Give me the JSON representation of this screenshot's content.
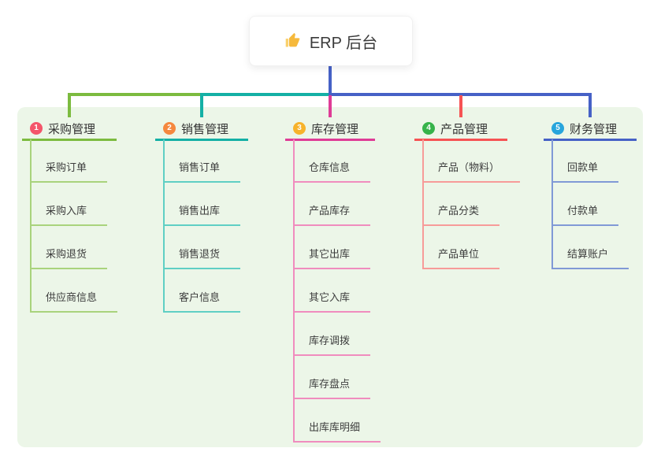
{
  "root": {
    "label": "ERP 后台",
    "icon": "thumbs-up-icon"
  },
  "colors": {
    "root_connector": "#4661c6",
    "panel_background": "#ecf6e8",
    "card_background": "#ffffff"
  },
  "branches": [
    {
      "badge": "1",
      "badge_color": "#f4556a",
      "label": "采购管理",
      "line_color": "#7cbb3f",
      "child_line_color": "#a9d37c",
      "children": [
        "采购订单",
        "采购入库",
        "采购退货",
        "供应商信息"
      ]
    },
    {
      "badge": "2",
      "badge_color": "#f5883f",
      "label": "销售管理",
      "line_color": "#14b0a5",
      "child_line_color": "#5fcfc4",
      "children": [
        "销售订单",
        "销售出库",
        "销售退货",
        "客户信息"
      ]
    },
    {
      "badge": "3",
      "badge_color": "#f7b32b",
      "label": "库存管理",
      "line_color": "#df3c96",
      "child_line_color": "#f08cbe",
      "children": [
        "仓库信息",
        "产品库存",
        "其它出库",
        "其它入库",
        "库存调拨",
        "库存盘点",
        "出库库明细"
      ]
    },
    {
      "badge": "4",
      "badge_color": "#36b34a",
      "label": "产品管理",
      "line_color": "#f65354",
      "child_line_color": "#f79b99",
      "children": [
        "产品（物料）",
        "产品分类",
        "产品单位"
      ]
    },
    {
      "badge": "5",
      "badge_color": "#27a5dc",
      "label": "财务管理",
      "line_color": "#4661c6",
      "child_line_color": "#8099d6",
      "children": [
        "回款单",
        "付款单",
        "结算账户"
      ]
    }
  ]
}
